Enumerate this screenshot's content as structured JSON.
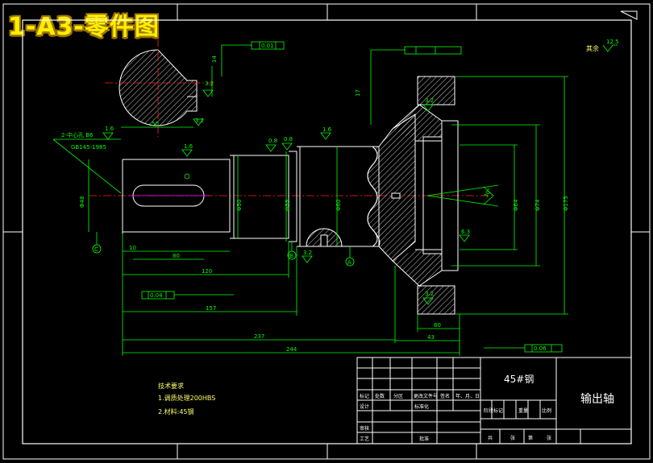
{
  "title": "1-A3-零件图",
  "material_cell": "45#钢",
  "part_name": "输出轴",
  "tech_requirements": {
    "heading": "技术要求",
    "items": [
      "1.调质处理200HBS",
      "2.材料:45钢"
    ]
  },
  "center_hole_note": "2-中心孔 B6",
  "center_hole_std": "GB145-1985",
  "surface_finish_rest": "其余",
  "surface_finish_value": "12.5",
  "dimensions": {
    "d1": "50",
    "d2": "3.2",
    "d3": "14",
    "d4": "17",
    "l1": "10",
    "l2": "80",
    "l3": "120",
    "l4": "157",
    "l5": "237",
    "l6": "244",
    "l7": "43",
    "l8": "80",
    "diam1": "Φ48",
    "diam2": "Φ50",
    "diam3": "Φ55",
    "diam4": "Φ60",
    "diam5": "Φ64",
    "diam6": "Φ74",
    "diam7": "Φ175",
    "angle": "30°"
  },
  "roughness": [
    "1.6",
    "0.8",
    "3.2",
    "0.8",
    "3.2",
    "3.2",
    "1.6",
    "6.3"
  ],
  "tolerance_frames": {
    "t1": "0.01",
    "t2": "0.04",
    "t3": "0.06"
  },
  "datum_labels": [
    "C",
    "A",
    "B"
  ],
  "title_block": {
    "row1": [
      "标记",
      "处数",
      "分区",
      "更改文件号",
      "签名",
      "年、月、日"
    ],
    "row2": [
      "设计",
      "",
      "",
      "标准化",
      "",
      ""
    ],
    "row3": [
      "审核",
      "",
      "",
      "",
      "",
      ""
    ],
    "row4": [
      "工艺",
      "",
      "",
      "批准",
      "",
      ""
    ],
    "stage_labels": [
      "阶段标记",
      "重量",
      "比例"
    ],
    "sheet_labels": [
      "共",
      "张",
      "第",
      "张"
    ]
  }
}
